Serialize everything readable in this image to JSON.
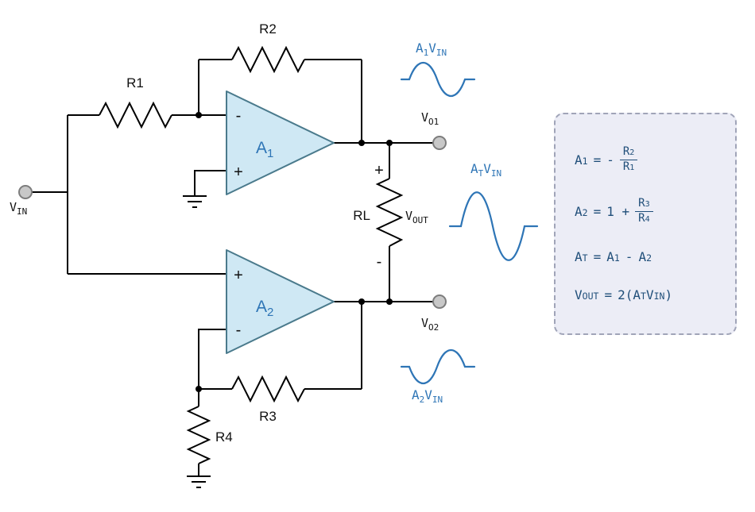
{
  "colors": {
    "wire": "#000000",
    "opamp_fill": "#cfe8f4",
    "opamp_stroke": "#4a7a8c",
    "accent_blue": "#2e75b6",
    "formula_text": "#1f4e79",
    "terminal_fill": "#c8c8c8",
    "terminal_stroke": "#7d7d7d",
    "box_bg": "#ecedf6",
    "box_border": "#a0a4b8"
  },
  "components": {
    "r1": "R1",
    "r2": "R2",
    "r3": "R3",
    "r4": "R4",
    "rl": "RL"
  },
  "opamps": {
    "a1": {
      "base": "A",
      "sub": "1"
    },
    "a2": {
      "base": "A",
      "sub": "2"
    }
  },
  "terminals": {
    "vin": {
      "base": "V",
      "sub": "IN"
    },
    "vo1": {
      "base": "V",
      "sub": "O1"
    },
    "vo2": {
      "base": "V",
      "sub": "O2"
    }
  },
  "load": {
    "vout": {
      "base": "V",
      "sub": "OUT"
    }
  },
  "signs": {
    "plus": "+",
    "minus": "-"
  },
  "waveforms": {
    "top": {
      "a": "A",
      "a_sub": "1",
      "v": "V",
      "v_sub": "IN"
    },
    "mid": {
      "a": "A",
      "a_sub": "T",
      "v": "V",
      "v_sub": "IN"
    },
    "bottom": {
      "a": "A",
      "a_sub": "2",
      "v": "V",
      "v_sub": "IN"
    }
  },
  "formulas": {
    "f1": {
      "lhs": "A",
      "lhs_sub": "1",
      "eq": "=",
      "pre": "-",
      "num": "R",
      "num_sub": "2",
      "den": "R",
      "den_sub": "1"
    },
    "f2": {
      "lhs": "A",
      "lhs_sub": "2",
      "eq": "=",
      "pre": "1 +",
      "num": "R",
      "num_sub": "3",
      "den": "R",
      "den_sub": "4"
    },
    "f3": {
      "lhs": "A",
      "lhs_sub": "T",
      "eq": "=",
      "t1": "A",
      "t1_sub": "1",
      "op": "-",
      "t2": "A",
      "t2_sub": "2"
    },
    "f4": {
      "lhs": "V",
      "lhs_sub": "OUT",
      "eq": "=",
      "pre": "2(",
      "t1": "A",
      "t1_sub": "T",
      "t2": "V",
      "t2_sub": "IN",
      "post": ")"
    }
  }
}
